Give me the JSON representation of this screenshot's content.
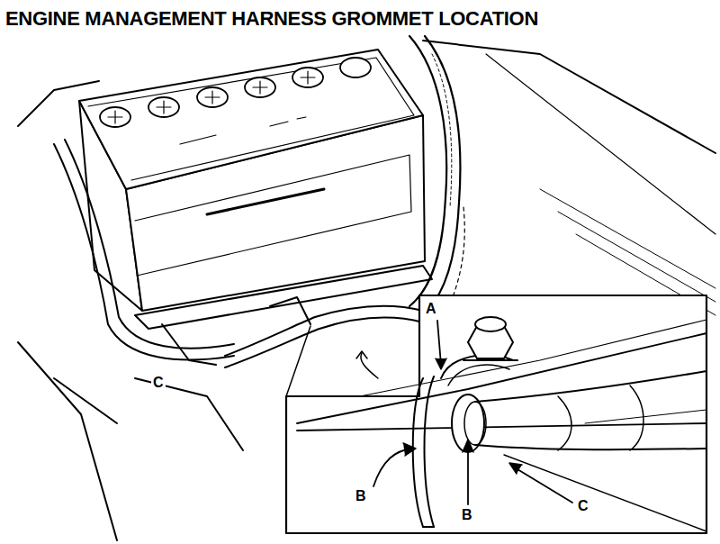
{
  "diagram": {
    "title": "ENGINE MANAGEMENT HARNESS GROMMET LOCATION",
    "labels": [
      "C",
      "A",
      "B",
      "B",
      "C"
    ]
  }
}
